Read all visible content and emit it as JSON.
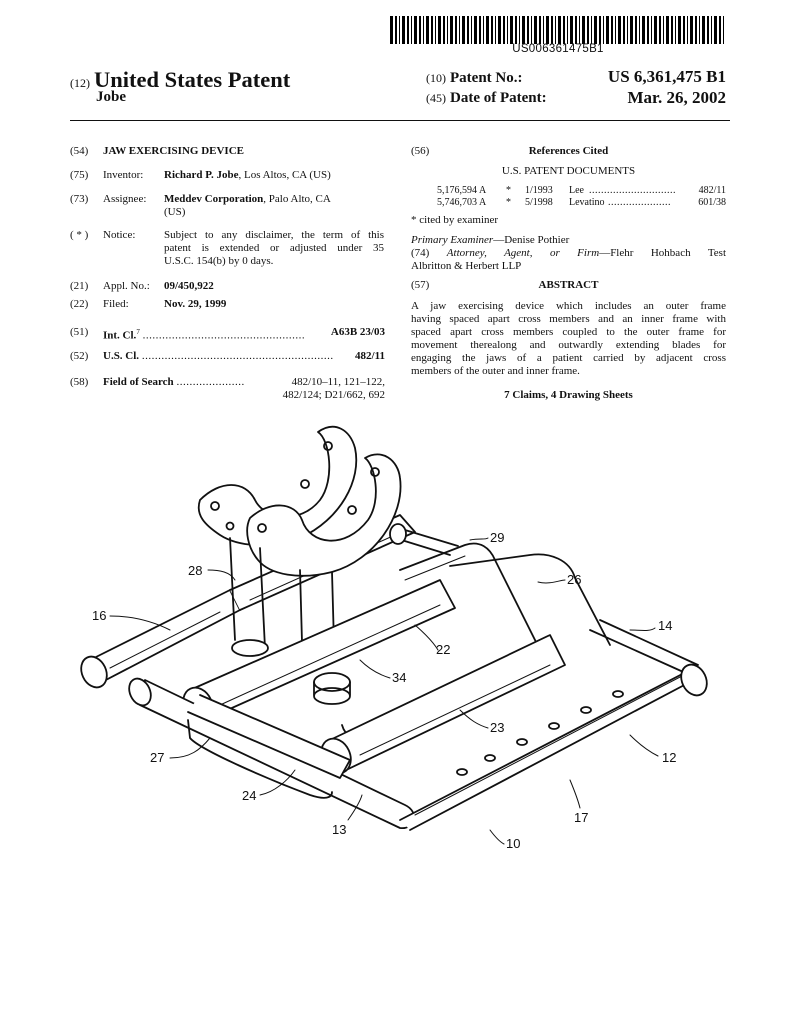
{
  "barcode": {
    "number": "US006361475B1"
  },
  "header": {
    "code_12": "(12)",
    "title": "United States Patent",
    "inventor_short": "Jobe",
    "code_10": "(10)",
    "patent_no_label": "Patent No.:",
    "patent_no": "US 6,361,475 B1",
    "code_45": "(45)",
    "date_label": "Date of Patent:",
    "date": "Mar. 26, 2002"
  },
  "left": {
    "f54": {
      "code": "(54)",
      "value": "JAW EXERCISING DEVICE"
    },
    "f75": {
      "code": "(75)",
      "label": "Inventor:",
      "name": "Richard P. Jobe",
      "rest": ", Los Altos, CA (US)"
    },
    "f73": {
      "code": "(73)",
      "label": "Assignee:",
      "name": "Meddev Corporation",
      "rest": ", Palo Alto, CA",
      "rest2": "(US)"
    },
    "notice": {
      "code": "( * )",
      "label": "Notice:",
      "l1": "Subject to any disclaimer, the term of this",
      "l2": "patent is extended or adjusted under 35",
      "l3": "U.S.C. 154(b) by 0 days."
    },
    "f21": {
      "code": "(21)",
      "label": "Appl. No.:",
      "value": "09/450,922"
    },
    "f22": {
      "code": "(22)",
      "label": "Filed:",
      "value": "Nov. 29, 1999"
    },
    "f51": {
      "code": "(51)",
      "label": "Int. Cl.",
      "sup": "7",
      "dots": "..................................................",
      "value": "A63B 23/03"
    },
    "f52": {
      "code": "(52)",
      "label": "U.S. Cl.",
      "dots": "...........................................................",
      "value": "482/11"
    },
    "f58": {
      "code": "(58)",
      "label": "Field of Search",
      "dots": ".....................",
      "l1": "482/10–11, 121–122,",
      "l2": "482/124; D21/662, 692"
    }
  },
  "right": {
    "f56": {
      "code": "(56)",
      "title": "References Cited"
    },
    "us_docs": "U.S. PATENT DOCUMENTS",
    "refs": [
      {
        "num": "5,176,594 A",
        "star": "*",
        "date": "1/1993",
        "name": "Lee",
        "dots": ".............................",
        "cls": "482/11"
      },
      {
        "num": "5,746,703 A",
        "star": "*",
        "date": "5/1998",
        "name": "Levatino",
        "dots": ".....................",
        "cls": "601/38"
      }
    ],
    "cited": "* cited by examiner",
    "examiner_label": "Primary Examiner",
    "examiner_name": "—Denise Pothier",
    "attorney_code": "(74)",
    "attorney_label": "Attorney, Agent, or Firm",
    "attorney_l1": "—Flehr Hohbach Test",
    "attorney_l2": "Albritton & Herbert LLP",
    "f57": {
      "code": "(57)",
      "title": "ABSTRACT"
    },
    "abstract_lines": [
      "A jaw exercising device which includes an outer frame",
      "having spaced apart cross members and an inner frame with",
      "spaced apart cross members coupled to the outer frame for",
      "movement therealong and outwardly extending blades for",
      "engaging the jaws of a patient carried by adjacent cross",
      "members of the outer and inner frame."
    ],
    "claims": "7 Claims, 4 Drawing Sheets"
  },
  "drawing": {
    "labels": [
      "29",
      "28",
      "26",
      "16",
      "14",
      "22",
      "34",
      "23",
      "27",
      "12",
      "24",
      "17",
      "13",
      "10"
    ]
  }
}
